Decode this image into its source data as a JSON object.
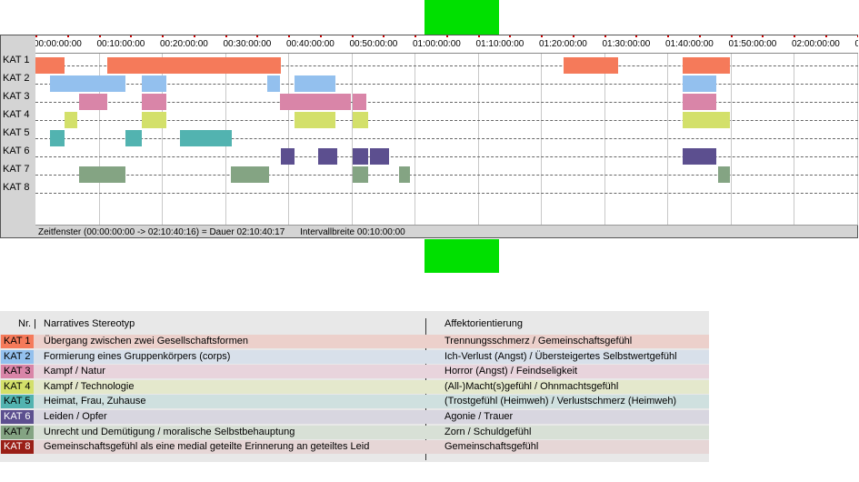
{
  "timeline": {
    "ticks": [
      "00:00:00:00",
      "00:10:00:00",
      "00:20:00:00",
      "00:30:00:00",
      "00:40:00:00",
      "00:50:00:00",
      "01:00:00:00",
      "01:10:00:00",
      "01:20:00:00",
      "01:30:00:00",
      "01:40:00:00",
      "01:50:00:00",
      "02:00:00:00",
      "0"
    ],
    "tracks": [
      {
        "label": "KAT 1",
        "color": "#f57a5a",
        "segments": [
          [
            "00:00:00:00",
            "00:04:34:00"
          ],
          [
            "00:11:26:00",
            "00:38:50:00"
          ],
          [
            "01:23:32:00",
            "01:32:14:00"
          ],
          [
            "01:42:24:00",
            "01:50:00:00"
          ]
        ]
      },
      {
        "label": "KAT 2",
        "color": "#93c0ee",
        "segments": [
          [
            "00:02:17:00",
            "00:14:17:00"
          ],
          [
            "00:16:49:00",
            "00:20:40:00"
          ],
          [
            "00:36:43:00",
            "00:38:46:00"
          ],
          [
            "00:40:58:00",
            "00:47:26:00"
          ],
          [
            "01:42:24:00",
            "01:47:43:00"
          ]
        ]
      },
      {
        "label": "KAT 3",
        "color": "#d985a8",
        "segments": [
          [
            "00:06:51:00",
            "00:11:21:00"
          ],
          [
            "00:16:49:00",
            "00:20:40:00"
          ],
          [
            "00:38:46:00",
            "00:49:53:00"
          ],
          [
            "00:50:11:00",
            "00:52:22:00"
          ],
          [
            "01:42:24:00",
            "01:47:43:00"
          ]
        ]
      },
      {
        "label": "KAT 4",
        "color": "#d3e06a",
        "segments": [
          [
            "00:04:34:00",
            "00:06:34:00"
          ],
          [
            "00:16:49:00",
            "00:20:40:00"
          ],
          [
            "00:40:58:00",
            "00:47:26:00"
          ],
          [
            "00:50:11:00",
            "00:52:42:00"
          ],
          [
            "01:42:24:00",
            "01:50:00:00"
          ]
        ]
      },
      {
        "label": "KAT 5",
        "color": "#52b3b0",
        "segments": [
          [
            "00:02:17:00",
            "00:04:34:00"
          ],
          [
            "00:14:17:00",
            "00:16:49:00"
          ],
          [
            "00:22:51:00",
            "00:31:01:00"
          ]
        ]
      },
      {
        "label": "KAT 6",
        "color": "#5c4f8f",
        "segments": [
          [
            "00:38:50:00",
            "00:41:01:00"
          ],
          [
            "00:44:49:00",
            "00:47:43:00"
          ],
          [
            "00:50:11:00",
            "00:52:42:00"
          ],
          [
            "00:52:58:00",
            "00:55:58:00"
          ],
          [
            "01:42:24:00",
            "01:47:43:00"
          ]
        ]
      },
      {
        "label": "KAT 7",
        "color": "#84a483",
        "segments": [
          [
            "00:06:51:00",
            "00:14:17:00"
          ],
          [
            "00:30:58:00",
            "00:36:59:00"
          ],
          [
            "00:50:11:00",
            "00:52:42:00"
          ],
          [
            "00:57:31:00",
            "00:59:18:00"
          ],
          [
            "01:48:05:00",
            "01:50:00:00"
          ]
        ]
      },
      {
        "label": "KAT 8",
        "color": "#9a1f17",
        "segments": []
      }
    ],
    "status": {
      "window": "Zeitfenster (00:00:00:00 -> 02:10:40:16) = Dauer 02:10:40:17",
      "interval": "Intervallbreite 00:10:00:00"
    }
  },
  "legend": {
    "header_nr": "Nr. |",
    "header_stereotype": "Narratives Stereotyp",
    "header_affect": "Affektorientierung",
    "rows": [
      {
        "kat": "KAT 1",
        "color": "#f57a5a",
        "text_color": "#000000",
        "row_bg": "#ecd0cb",
        "stereotype": "Übergang zwischen zwei Gesellschaftsformen",
        "affect": "Trennungsschmerz / Gemeinschaftsgefühl"
      },
      {
        "kat": "KAT 2",
        "color": "#93c0ee",
        "text_color": "#000000",
        "row_bg": "#d8e0ea",
        "stereotype": "Formierung eines Gruppenkörpers (corps)",
        "affect": "Ich-Verlust (Angst) / Übersteigertes Selbstwertgefühl"
      },
      {
        "kat": "KAT 3",
        "color": "#d985a8",
        "text_color": "#000000",
        "row_bg": "#e8d4dc",
        "stereotype": "Kampf / Natur",
        "affect": "Horror (Angst) / Feindseligkeit"
      },
      {
        "kat": "KAT 4",
        "color": "#d3e06a",
        "text_color": "#000000",
        "row_bg": "#e4e8cc",
        "stereotype": "Kampf / Technologie",
        "affect": "(All-)Macht(s)gefühl / Ohnmachtsgefühl"
      },
      {
        "kat": "KAT 5",
        "color": "#52b3b0",
        "text_color": "#000000",
        "row_bg": "#cfe0df",
        "stereotype": "Heimat, Frau, Zuhause",
        "affect": "(Trostgefühl (Heimweh) / Verlustschmerz (Heimweh)"
      },
      {
        "kat": "KAT 6",
        "color": "#5c4f8f",
        "text_color": "#ffffff",
        "row_bg": "#d8d6e0",
        "stereotype": "Leiden / Opfer",
        "affect": "Agonie / Trauer"
      },
      {
        "kat": "KAT 7",
        "color": "#84a483",
        "text_color": "#000000",
        "row_bg": "#d8e0d6",
        "stereotype": "Unrecht und Demütigung / moralische Selbstbehauptung",
        "affect": "Zorn / Schuldgefühl"
      },
      {
        "kat": "KAT 8",
        "color": "#9a1f17",
        "text_color": "#ffffff",
        "row_bg": "#e6d6d6",
        "stereotype": "Gemeinschaftsgefühl als eine medial geteilte Erinnerung an geteiltes Leid",
        "affect": "Gemeinschaftsgefühl"
      }
    ]
  }
}
